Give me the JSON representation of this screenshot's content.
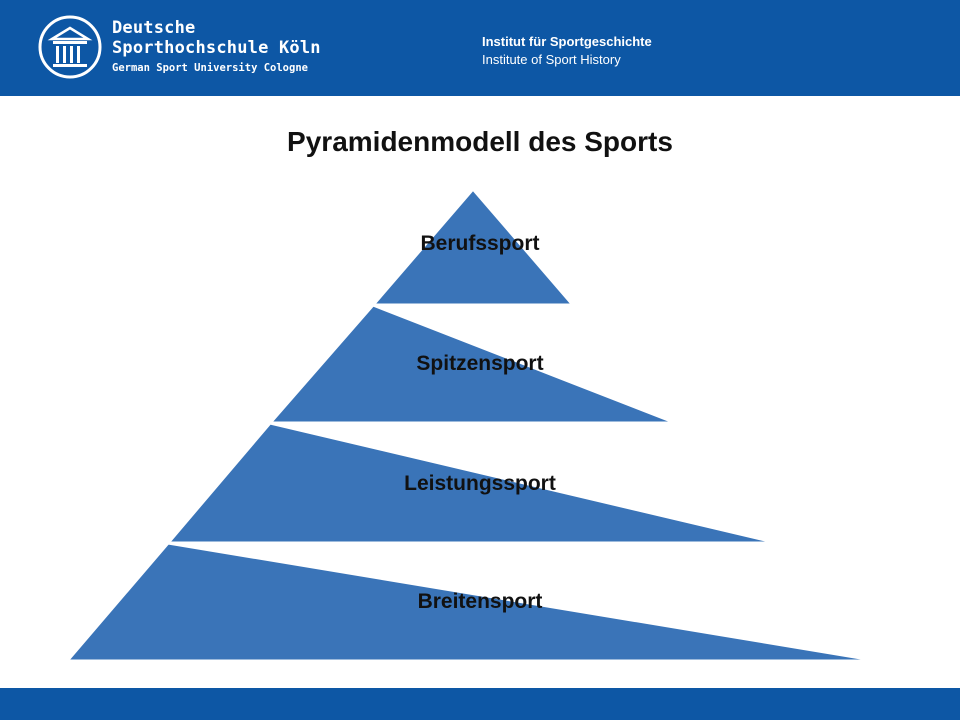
{
  "header": {
    "logo": {
      "line1": "Deutsche",
      "line2": "Sporthochschule Köln",
      "line3": "German Sport University Cologne"
    },
    "institute_de": "Institut für Sportgeschichte",
    "institute_en": "Institute of Sport History"
  },
  "title": "Pyramidenmodell des Sports",
  "pyramid": {
    "levels": [
      {
        "label": "Berufssport"
      },
      {
        "label": "Spitzensport"
      },
      {
        "label": "Leistungssport"
      },
      {
        "label": "Breitensport"
      }
    ],
    "fill_color": "#3a74b8",
    "separator_color": "#ffffff"
  },
  "colors": {
    "brand_blue": "#0d57a5",
    "background": "#ffffff",
    "text": "#111111"
  }
}
